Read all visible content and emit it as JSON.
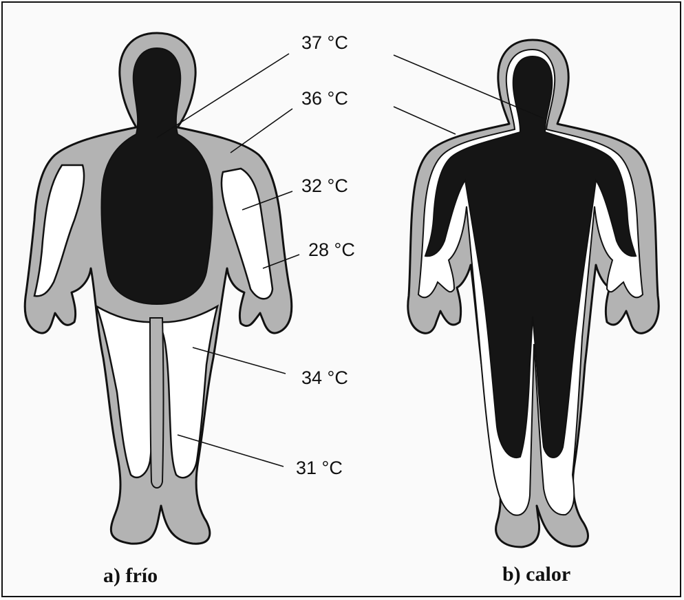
{
  "labels": {
    "t37": "37 °C",
    "t36": "36 °C",
    "t32": "32 °C",
    "t28": "28 °C",
    "t34": "34 °C",
    "t31": "31 °C"
  },
  "captions": {
    "cold": "a) frío",
    "hot": "b) calor"
  },
  "colors": {
    "core": "#151515",
    "shell": "#b3b3b3",
    "mid": "#ffffff",
    "outline": "#111111",
    "background": "#fafafa"
  }
}
